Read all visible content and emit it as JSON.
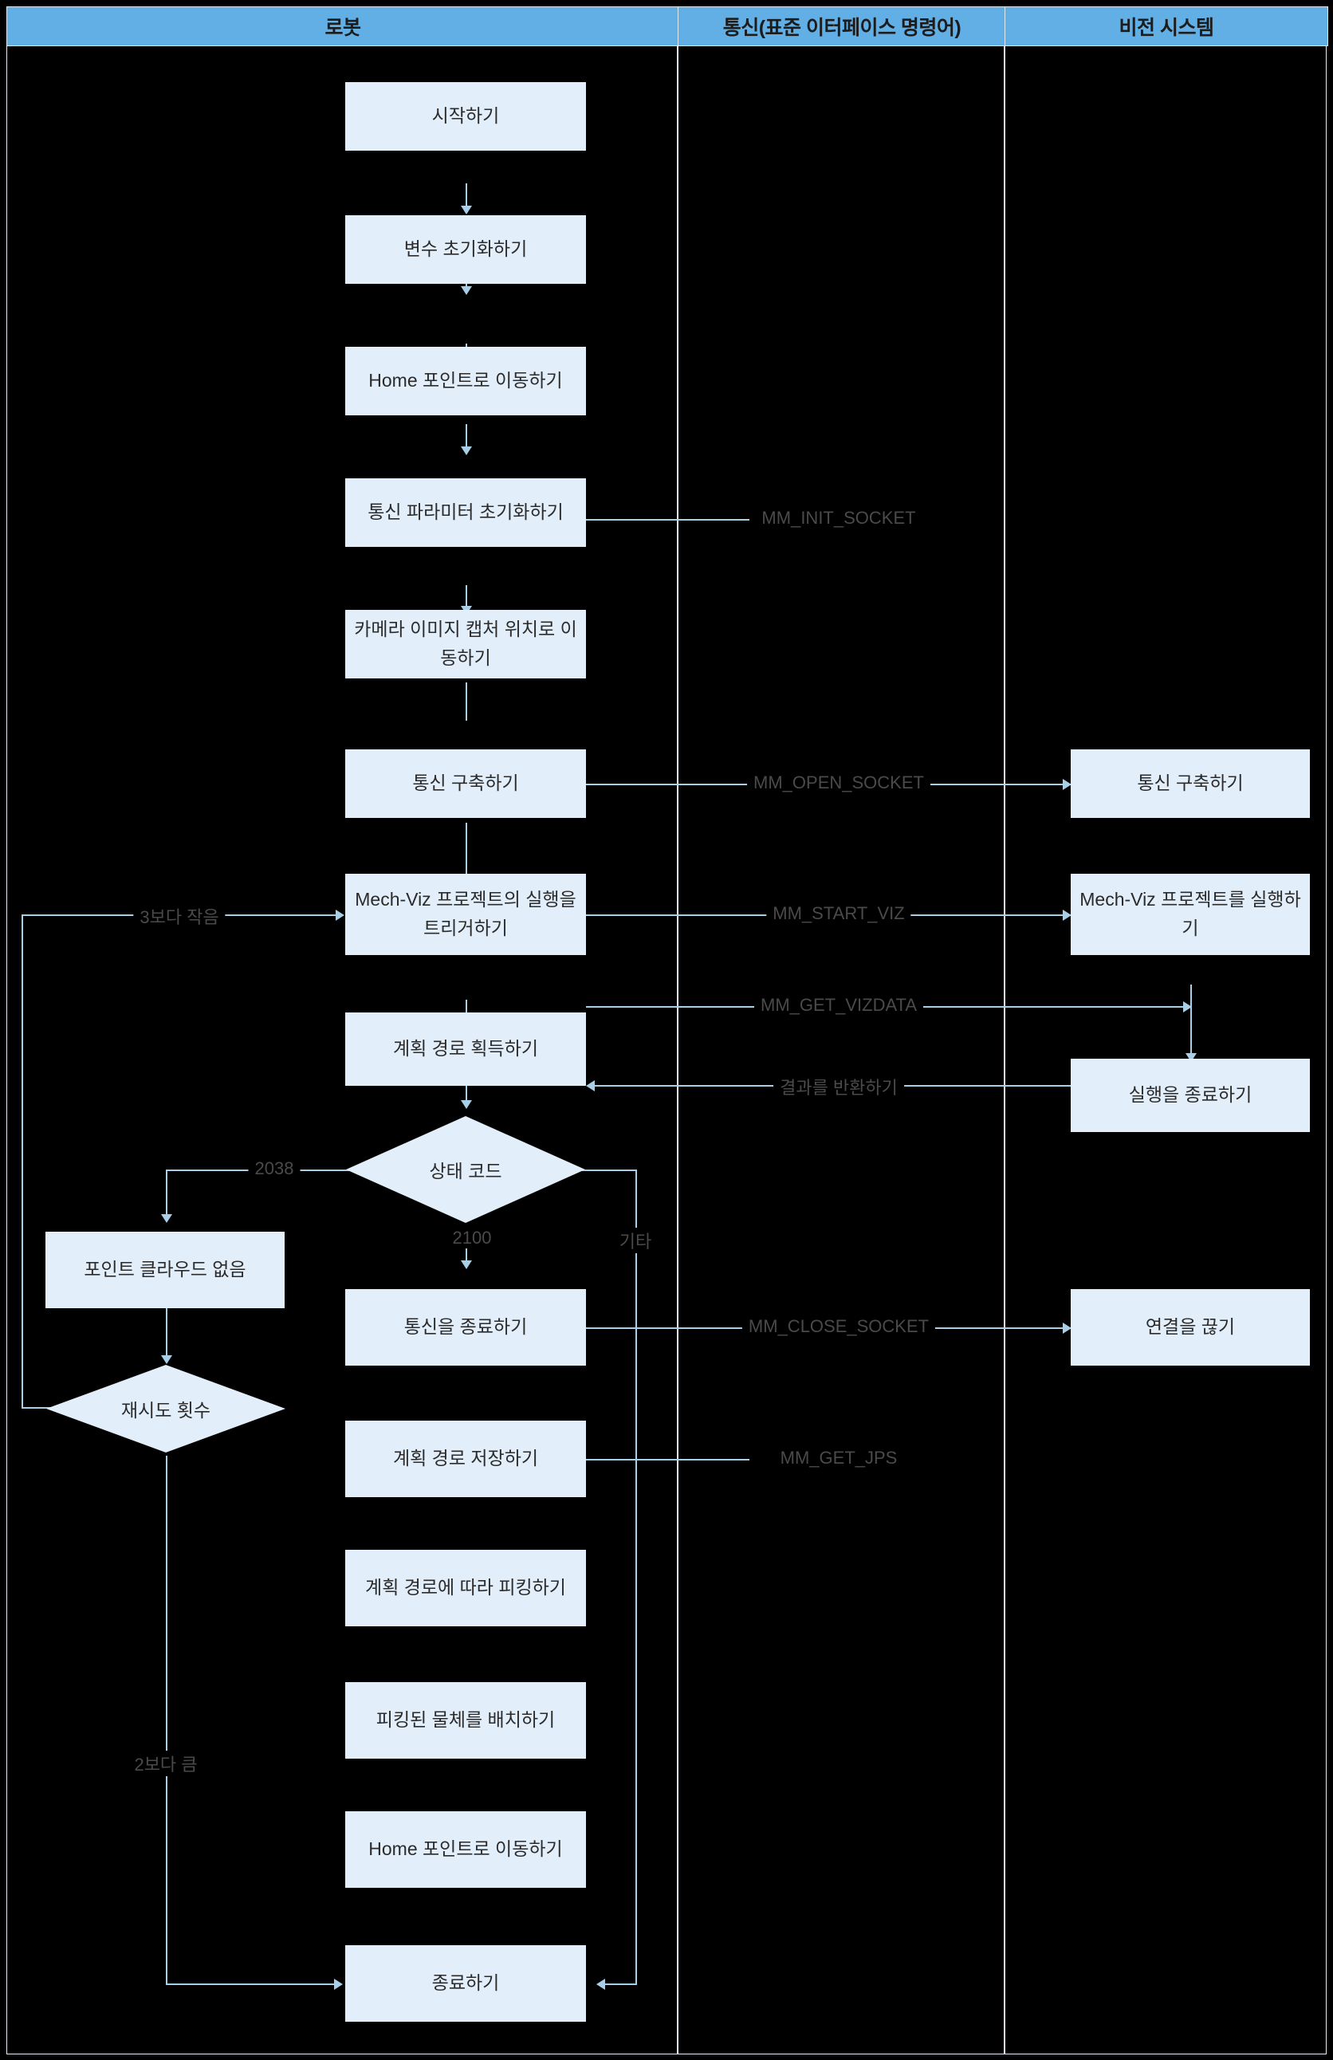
{
  "diagram": {
    "title_type": "swimlane-flowchart",
    "colors": {
      "lane_header_bg": "#62AFE6",
      "node_fill": "#e2eefa",
      "connector": "#a9cfe8",
      "canvas": "#000000",
      "label_text": "#4a4a4a"
    }
  },
  "lanes": [
    {
      "id": "robot",
      "label": "로봇"
    },
    {
      "id": "comm",
      "label": "통신(표준 이터페이스 명령어)"
    },
    {
      "id": "vision",
      "label": "비전 시스템"
    }
  ],
  "robot_nodes": [
    {
      "id": "start",
      "label": "시작하기",
      "shape": "process"
    },
    {
      "id": "init-var",
      "label": "변수 초기화하기",
      "shape": "process"
    },
    {
      "id": "move-home-1",
      "label": "Home 포인트로 이동하기",
      "shape": "process"
    },
    {
      "id": "init-comm",
      "label": "통신 파라미터 초기화하기",
      "shape": "process"
    },
    {
      "id": "move-capture",
      "label": "카메라 이미지 캡처 위치로 이동하기",
      "shape": "process"
    },
    {
      "id": "open-comm",
      "label": "통신 구축하기",
      "shape": "process"
    },
    {
      "id": "trigger-viz",
      "label": "Mech-Viz 프로젝트의 실행을 트리거하기",
      "shape": "process"
    },
    {
      "id": "get-path",
      "label": "계획 경로 획득하기",
      "shape": "process"
    },
    {
      "id": "status-code",
      "label": "상태 코드",
      "shape": "decision"
    },
    {
      "id": "no-cloud",
      "label": "포인트 클라우드 없음",
      "shape": "process"
    },
    {
      "id": "retry-count",
      "label": "재시도 횟수",
      "shape": "decision"
    },
    {
      "id": "close-comm",
      "label": "통신을 종료하기",
      "shape": "process"
    },
    {
      "id": "save-path",
      "label": "계획 경로 저장하기",
      "shape": "process"
    },
    {
      "id": "pick",
      "label": "계획 경로에 따라 피킹하기",
      "shape": "process"
    },
    {
      "id": "place",
      "label": "피킹된 물체를 배치하기",
      "shape": "process"
    },
    {
      "id": "move-home-2",
      "label": "Home 포인트로 이동하기",
      "shape": "process"
    },
    {
      "id": "end",
      "label": "종료하기",
      "shape": "process"
    }
  ],
  "vision_nodes": [
    {
      "id": "v-open-comm",
      "label": "통신 구축하기"
    },
    {
      "id": "v-run-viz",
      "label": "Mech-Viz 프로젝트를 실행하기"
    },
    {
      "id": "v-end-run",
      "label": "실행을 종료하기"
    },
    {
      "id": "v-disconnect",
      "label": "연결을 끊기"
    }
  ],
  "comm_labels": [
    {
      "id": "init-socket",
      "label": "MM_INIT_SOCKET"
    },
    {
      "id": "open-socket",
      "label": "MM_OPEN_SOCKET"
    },
    {
      "id": "start-viz",
      "label": "MM_START_VIZ"
    },
    {
      "id": "get-vizdata",
      "label": "MM_GET_VIZDATA"
    },
    {
      "id": "return-result",
      "label": "결과를 반환하기"
    },
    {
      "id": "close-socket",
      "label": "MM_CLOSE_SOCKET"
    },
    {
      "id": "get-jps",
      "label": "MM_GET_JPS"
    }
  ],
  "edge_labels": [
    {
      "id": "lt3",
      "label": "3보다 작음"
    },
    {
      "id": "c2038",
      "label": "2038"
    },
    {
      "id": "c2100",
      "label": "2100"
    },
    {
      "id": "other",
      "label": "기타"
    },
    {
      "id": "gt2",
      "label": "2보다 큼"
    }
  ]
}
